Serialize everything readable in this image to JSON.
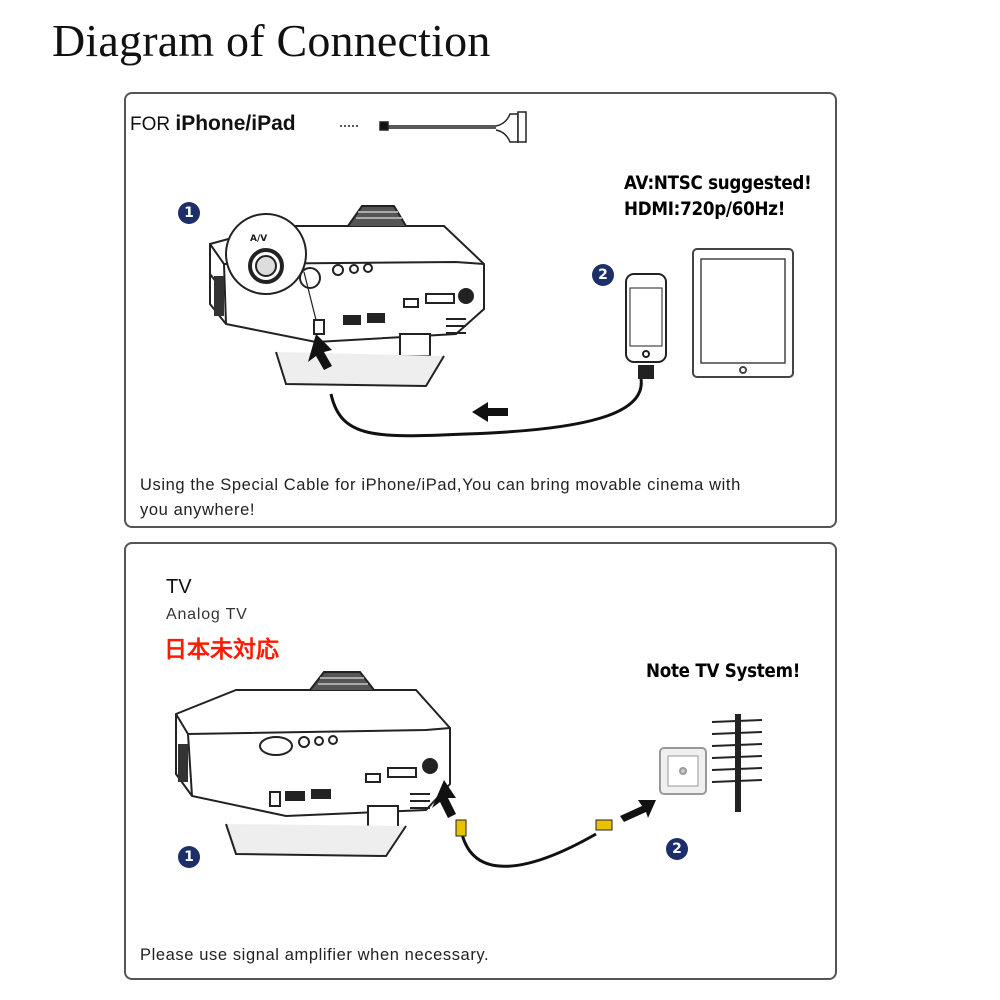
{
  "title": "Diagram of Connection",
  "panel1": {
    "for_prefix": "FOR",
    "for_device": "iPhone/iPad",
    "warning_av": "AV:NTSC suggested!",
    "warning_hdmi": "HDMI:720p/60Hz!",
    "badge_1": "1",
    "badge_2": "2",
    "projector_port_label": "A/V",
    "caption_line1": "Using the Special Cable for iPhone/iPad,You can bring movable cinema with",
    "caption_line2": "you anywhere!"
  },
  "panel2": {
    "heading": "TV",
    "subheading": "Analog TV",
    "japanese_note": "日本未対応",
    "note": "Note TV System!",
    "badge_1": "1",
    "badge_2": "2",
    "caption": "Please use signal amplifier when necessary."
  },
  "colors": {
    "badge": "#1d2f6b",
    "japanese_note": "#ff1a00",
    "rca_plug": "#e8c200"
  }
}
